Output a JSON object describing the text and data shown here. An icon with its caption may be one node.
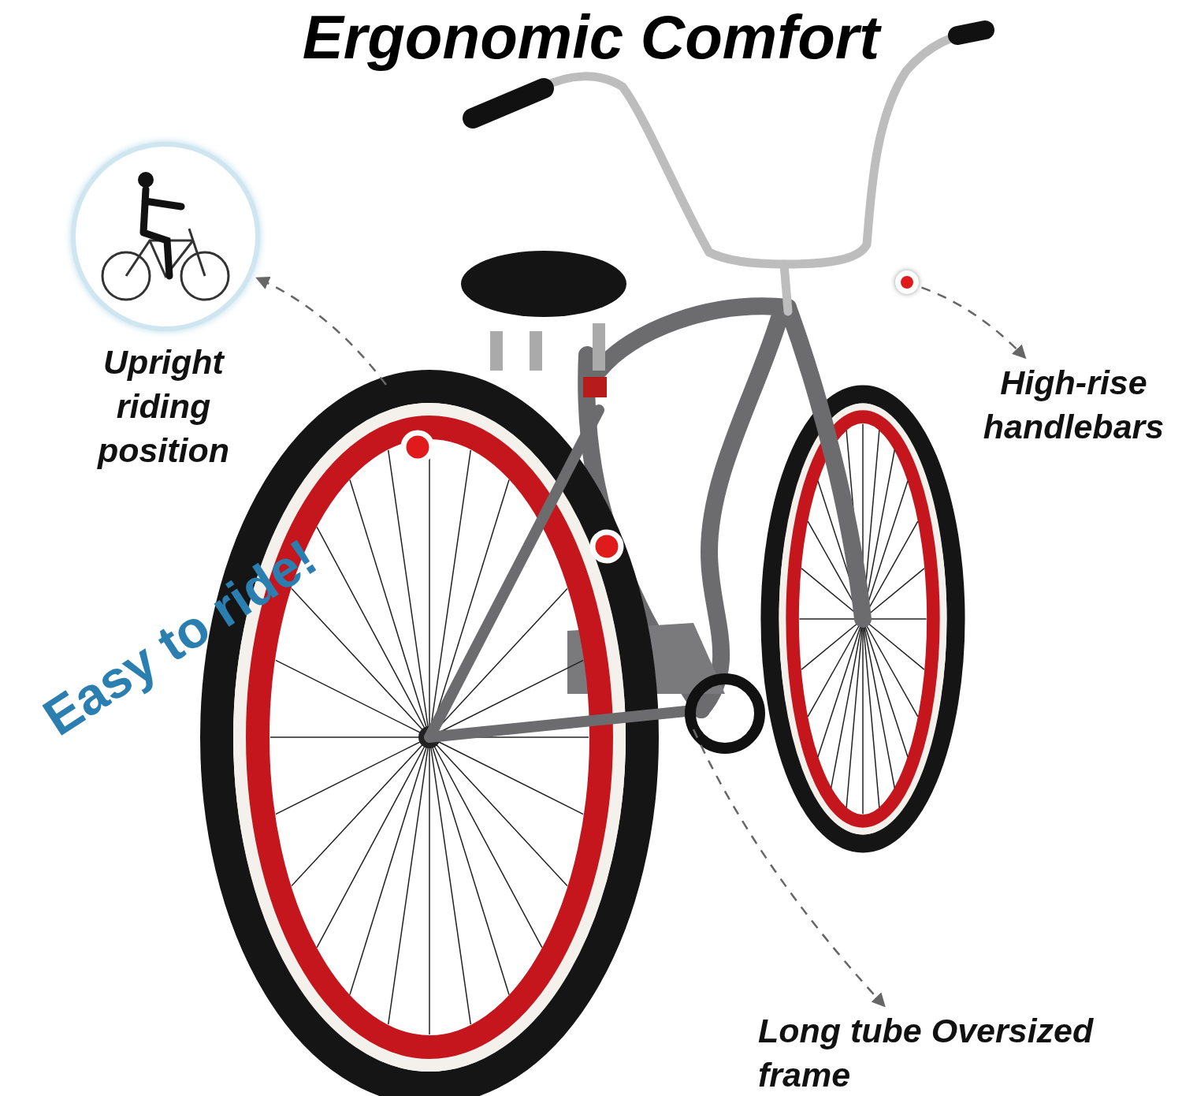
{
  "diagram": {
    "title": "Ergonomic Comfort",
    "nodes": [
      {
        "text": [],
        "shape": "picture"
      },
      {
        "text": [
          "Upright riding position"
        ]
      },
      {
        "text": [],
        "shape": "circle"
      },
      {
        "text": [
          "High-rise handlebars"
        ]
      },
      {
        "text": [
          "Long tube Oversized frame"
        ]
      }
    ],
    "edges": [
      {
        "from": null,
        "to": 0,
        "arrow": "to",
        "style": "dashed"
      },
      {
        "from": 2,
        "to": 3,
        "arrow": "to",
        "style": "dashed"
      },
      {
        "from": null,
        "to": 4,
        "arrow": "to",
        "style": "dashed"
      }
    ],
    "labels": [
      "Easy to ride!"
    ]
  }
}
